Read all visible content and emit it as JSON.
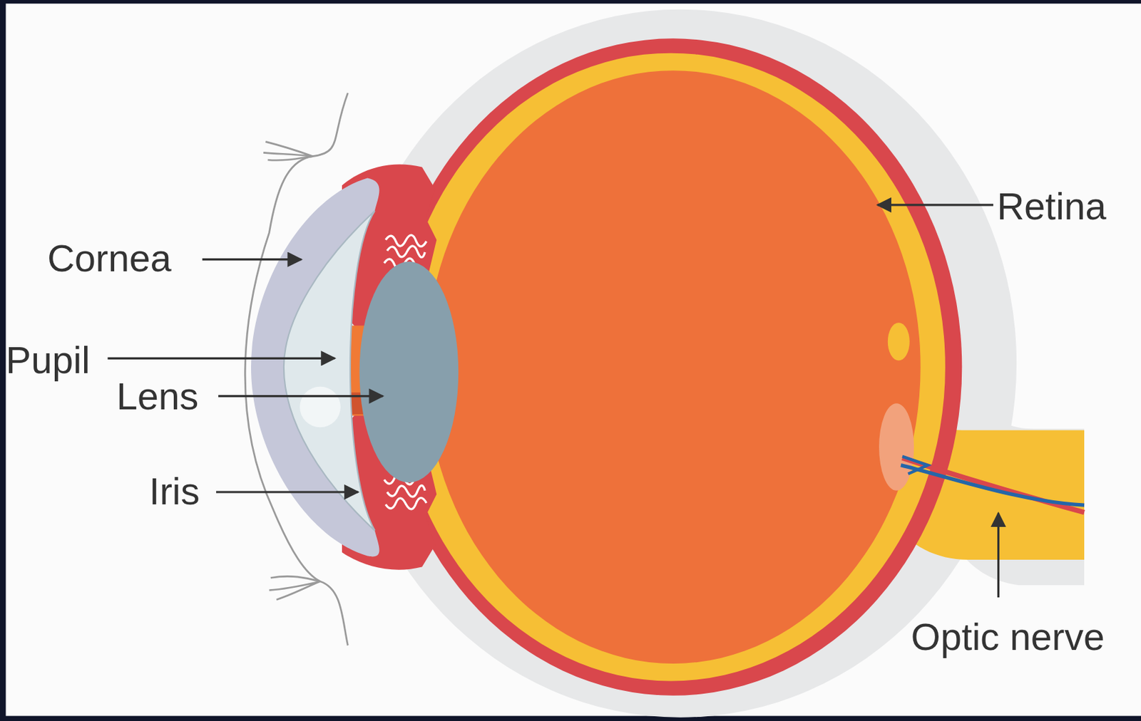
{
  "diagram": {
    "labels": [
      "Cornea",
      "Pupil",
      "Lens",
      "Iris",
      "Retina",
      "Optic nerve"
    ]
  }
}
